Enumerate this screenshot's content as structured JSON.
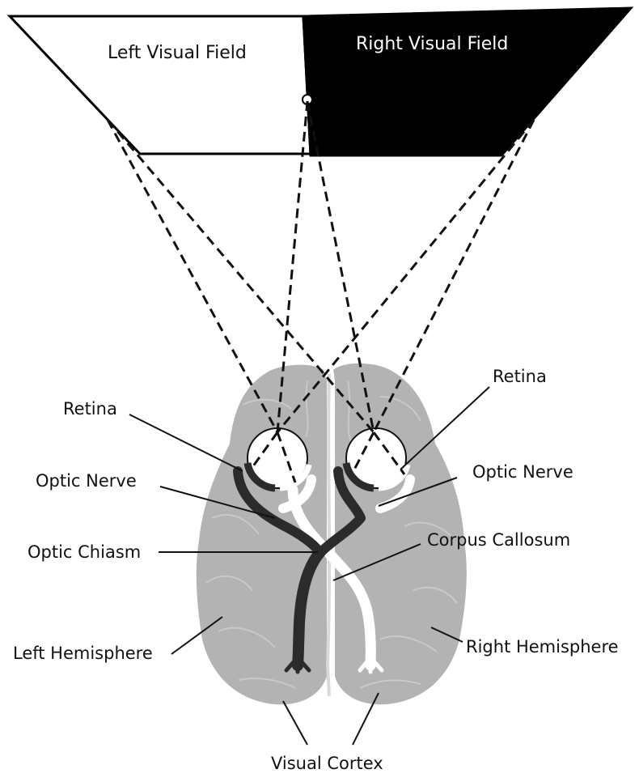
{
  "visual_field": {
    "left_label": "Left Visual Field",
    "right_label": "Right Visual Field"
  },
  "labels": {
    "retina_left": "Retina",
    "retina_right": "Retina",
    "optic_nerve_left": "Optic Nerve",
    "optic_nerve_right": "Optic Nerve",
    "optic_chiasm": "Optic Chiasm",
    "corpus_callosum": "Corpus Callosum",
    "left_hemisphere": "Left Hemisphere",
    "right_hemisphere": "Right Hemisphere",
    "visual_cortex": "Visual Cortex"
  },
  "colors": {
    "left_field": "#ffffff",
    "right_field": "#000000",
    "brain": "#b3b3b3",
    "left_pathway": "#2b2b2b",
    "right_pathway": "#ffffff"
  }
}
